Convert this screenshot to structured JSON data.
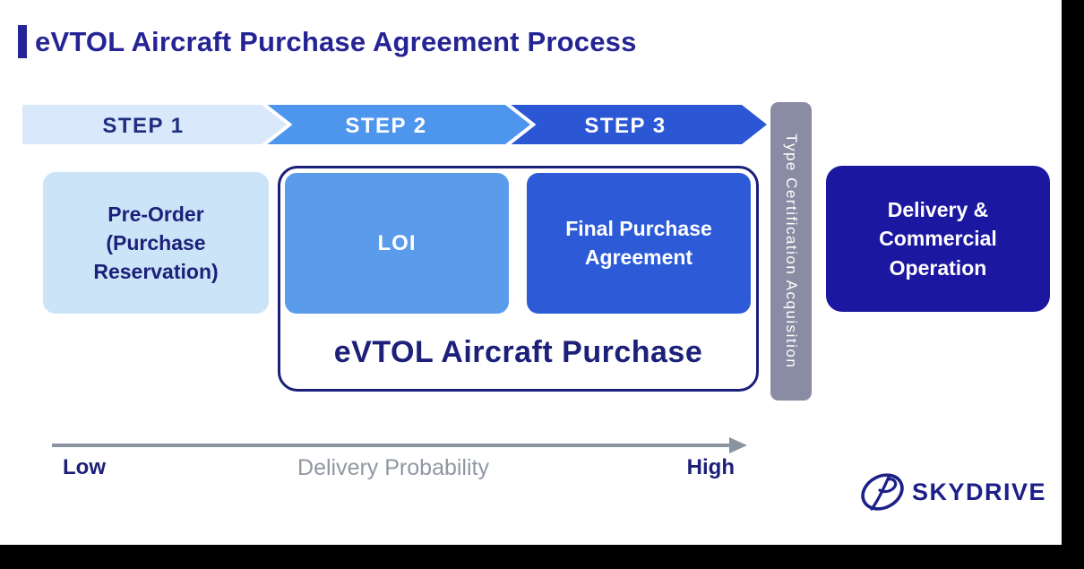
{
  "colors": {
    "title_navy": "#252494",
    "box_navy_text": "#1c2079",
    "step1_fill": "#d9e8fa",
    "step1_text": "#1f2e7f",
    "step2_fill": "#4e96ed",
    "step3_fill": "#2b57d5",
    "preorder_fill": "#cbe4f8",
    "loi_fill": "#5b9beb",
    "final_fill": "#2d5bd8",
    "container_border": "#1a1f7a",
    "bar_fill": "#898ca2",
    "delivery_fill": "#1c17a0",
    "axis_gray": "#8a93a0",
    "label_gray": "#9097a1",
    "logo_navy": "#1d2088"
  },
  "header": {
    "title": "eVTOL Aircraft Purchase Agreement Process"
  },
  "steps": [
    {
      "label": "STEP 1"
    },
    {
      "label": "STEP 2"
    },
    {
      "label": "STEP 3"
    }
  ],
  "process": {
    "pre_order": "Pre-Order\n(Purchase\nReservation)",
    "loi": "LOI",
    "final_purchase": "Final Purchase\nAgreement",
    "container_label": "eVTOL Aircraft Purchase",
    "certification_bar": "Type Certification Acquisition",
    "delivery": "Delivery &\nCommercial\nOperation"
  },
  "axis": {
    "low": "Low",
    "label": "Delivery Probability",
    "high": "High"
  },
  "logo": {
    "text": "SKYDRIVE"
  }
}
